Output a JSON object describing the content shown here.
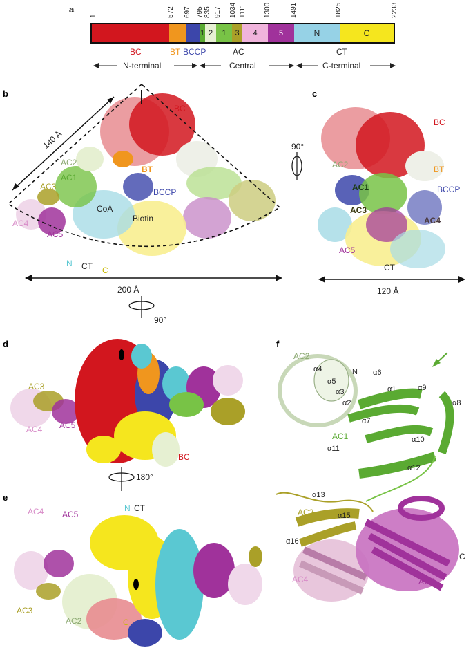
{
  "panels": {
    "a": "a",
    "b": "b",
    "c": "c",
    "d": "d",
    "e": "e",
    "f": "f"
  },
  "domain_bar": {
    "ticks": [
      "1",
      "572",
      "697",
      "795",
      "835",
      "917",
      "1034",
      "1111",
      "1300",
      "1491",
      "1825",
      "2233"
    ],
    "segments": [
      {
        "label": "",
        "color": "#d2161e"
      },
      {
        "label": "",
        "color": "#f0961e"
      },
      {
        "label": "",
        "color": "#3c46aa"
      },
      {
        "label": "1",
        "color": "#5aaa32"
      },
      {
        "label": "2",
        "color": "#e6f0d2"
      },
      {
        "label": "1",
        "color": "#78c346"
      },
      {
        "label": "3",
        "color": "#aaa028"
      },
      {
        "label": "4",
        "color": "#f0b4dc"
      },
      {
        "label": "5",
        "color": "#a0329b"
      },
      {
        "label": "N",
        "color": "#96d2e6"
      },
      {
        "label": "C",
        "color": "#f5e61e"
      }
    ],
    "domain_labels": {
      "bc": "BC",
      "bt": "BT",
      "bccp": "BCCP",
      "ac": "AC",
      "ct": "CT"
    },
    "region_labels": {
      "n": "N-terminal",
      "central": "Central",
      "c": "C-terminal"
    }
  },
  "panel_b": {
    "bc": "BC",
    "dim_140": "140 Å",
    "ac2": "AC2",
    "ac1": "AC1",
    "bt": "BT",
    "bccp": "BCCP",
    "ac3": "AC3",
    "coa": "CoA",
    "biotin": "Biotin",
    "ac4": "AC4",
    "ac5": "AC5",
    "n": "N",
    "ct": "CT",
    "c": "C",
    "dim_200": "200 Å",
    "rot": "90°"
  },
  "panel_c": {
    "bc": "BC",
    "ac2": "AC2",
    "bt": "BT",
    "ac1": "AC1",
    "bccp": "BCCP",
    "ac3": "AC3",
    "ac4": "AC4",
    "ac5": "AC5",
    "ct": "CT",
    "dim_120": "120 Å",
    "rot": "90°"
  },
  "panel_d": {
    "ac3": "AC3",
    "ac5": "AC5",
    "ac4": "AC4",
    "bc": "BC",
    "rot": "180°"
  },
  "panel_e": {
    "ac4": "AC4",
    "ac5": "AC5",
    "n": "N",
    "ct": "CT",
    "ac3": "AC3",
    "ac2": "AC2",
    "c": "C"
  },
  "panel_f": {
    "ac2": "AC2",
    "a4": "α4",
    "a5": "α5",
    "a3": "α3",
    "n": "N",
    "a6": "α6",
    "a1": "α1",
    "a9": "α9",
    "a8": "α8",
    "a2": "α2",
    "a7": "α7",
    "ac1": "AC1",
    "a10": "α10",
    "a11": "α11",
    "a12": "α12",
    "a13": "α13",
    "ac3": "AC3",
    "a15": "α15",
    "a16": "α16",
    "c": "C",
    "ac4": "AC4",
    "ac5": "AC5"
  },
  "colors": {
    "red": "#d2161e",
    "orange": "#f0961e",
    "blue": "#3c46aa",
    "green": "#5aaa32",
    "lightgreen": "#e6f0d2",
    "olive": "#aaa028",
    "pink": "#f0b4dc",
    "magenta": "#a0329b",
    "cyan": "#5ac8d2",
    "yellow": "#f5e61e"
  }
}
